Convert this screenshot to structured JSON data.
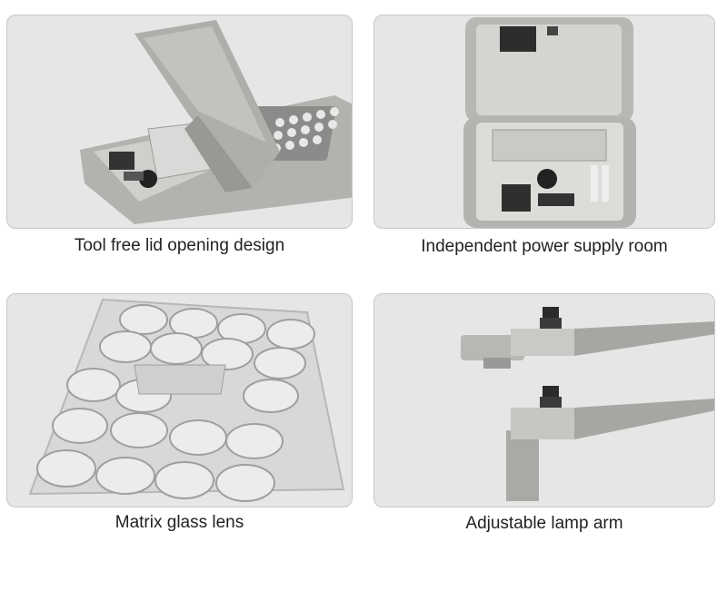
{
  "features": [
    {
      "caption": "Tool free lid opening design",
      "image": "lamp-lid-open-photo"
    },
    {
      "caption": "Independent power supply room",
      "image": "power-supply-compartment-photo"
    },
    {
      "caption": "Matrix glass lens",
      "image": "matrix-glass-lens-photo"
    },
    {
      "caption": "Adjustable lamp arm",
      "image": "adjustable-lamp-arm-photo"
    }
  ],
  "colors": {
    "panel_bg": "#e6e6e6",
    "panel_border": "#c8c8c8",
    "housing": "#a9aaa6",
    "caption_text": "#222222"
  }
}
